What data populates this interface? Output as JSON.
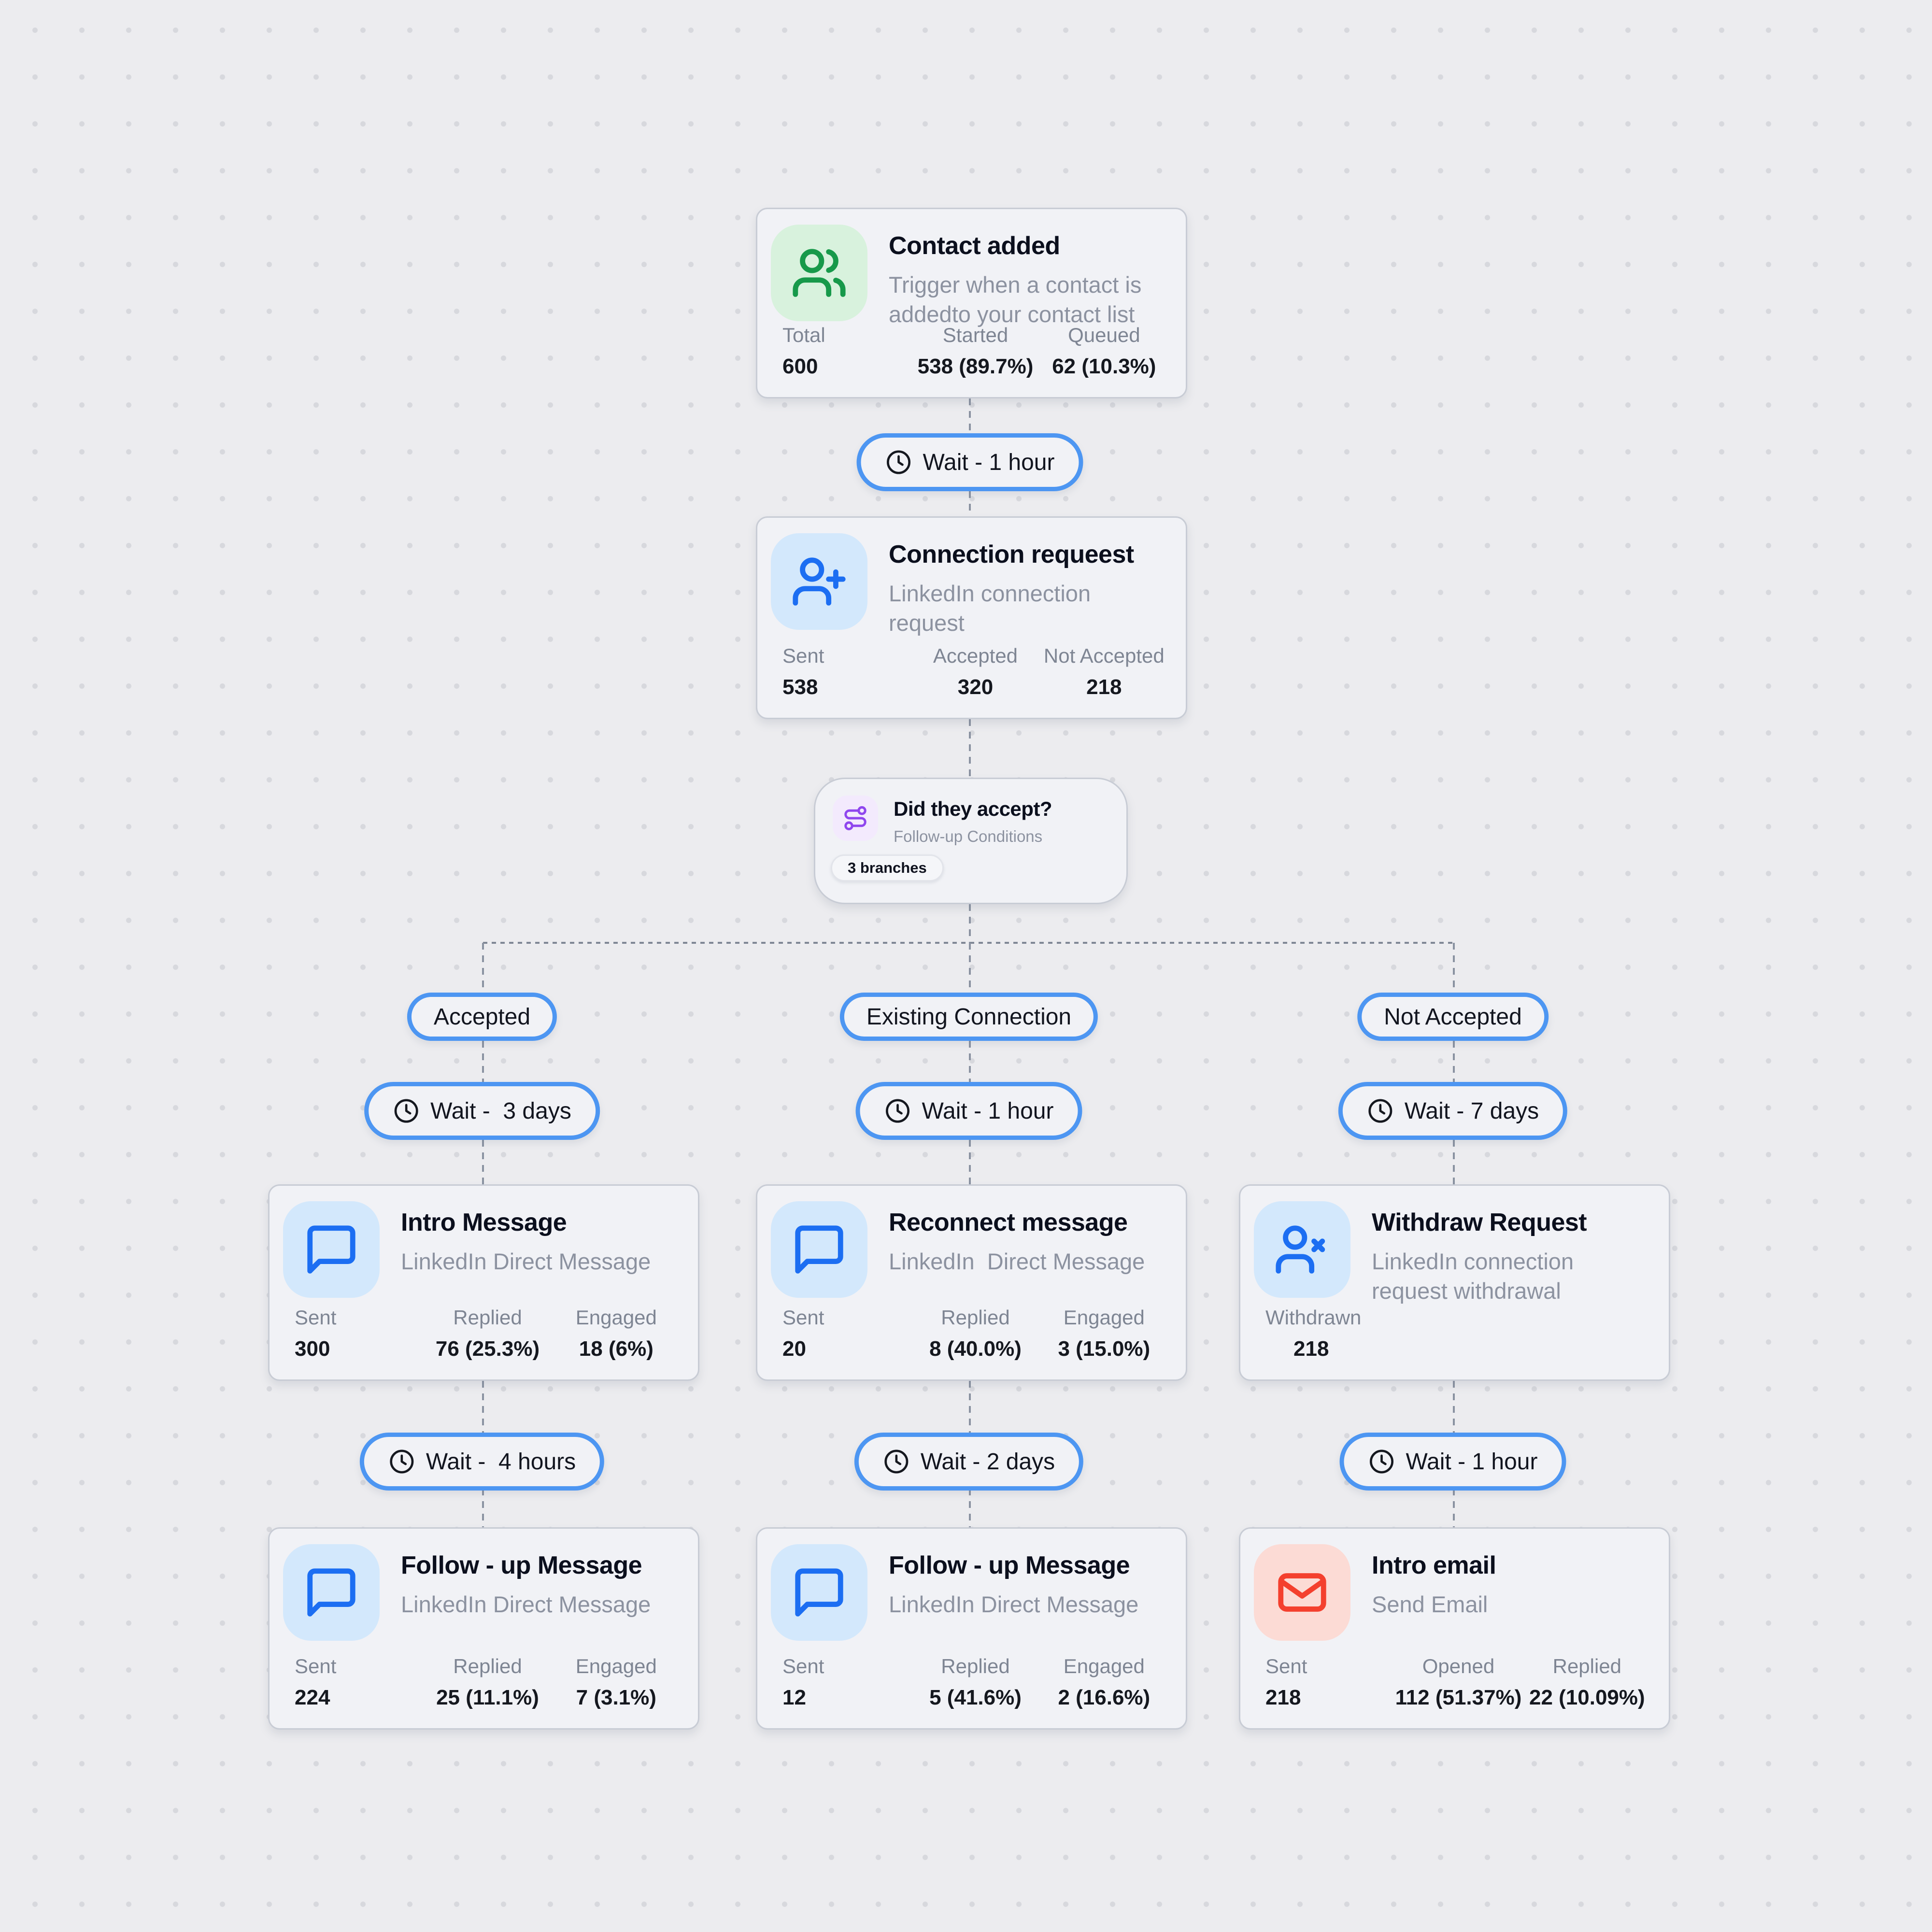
{
  "colors": {
    "accent_blue": "#4d96f2",
    "green": "#17994a",
    "blue": "#1c6ef2",
    "purple": "#8f46ee",
    "red": "#f4402e"
  },
  "flow": {
    "trigger": {
      "icon": "users-icon",
      "title": "Contact added",
      "subtitle": "Trigger when a contact is addedto your contact list",
      "stats": [
        {
          "label": "Total",
          "value": "600"
        },
        {
          "label": "Started",
          "value": "538 (89.7%)"
        },
        {
          "label": "Queued",
          "value": "62 (10.3%)"
        }
      ]
    },
    "wait_after_trigger": "Wait - 1 hour",
    "connection": {
      "icon": "user-plus-icon",
      "title": "Connection requeest",
      "subtitle": "LinkedIn connection request",
      "stats": [
        {
          "label": "Sent",
          "value": "538"
        },
        {
          "label": "Accepted",
          "value": "320"
        },
        {
          "label": "Not Accepted",
          "value": "218"
        }
      ]
    },
    "condition": {
      "icon": "route-icon",
      "title": "Did they accept?",
      "subtitle": "Follow-up Conditions",
      "badge": "3 branches"
    },
    "branches": [
      {
        "label": "Accepted",
        "wait_before": "Wait -  3 days",
        "action": {
          "icon": "message-icon",
          "title": "Intro Message",
          "subtitle": "LinkedIn Direct Message",
          "stats": [
            {
              "label": "Sent",
              "value": "300"
            },
            {
              "label": "Replied",
              "value": "76 (25.3%)"
            },
            {
              "label": "Engaged",
              "value": "18 (6%)"
            }
          ]
        },
        "wait_after": "Wait -  4 hours",
        "followup": {
          "icon": "message-icon",
          "title": "Follow - up Message",
          "subtitle": "LinkedIn Direct Message",
          "stats": [
            {
              "label": "Sent",
              "value": "224"
            },
            {
              "label": "Replied",
              "value": "25 (11.1%)"
            },
            {
              "label": "Engaged",
              "value": "7 (3.1%)"
            }
          ]
        }
      },
      {
        "label": "Existing Connection",
        "wait_before": "Wait - 1 hour",
        "action": {
          "icon": "message-icon",
          "title": "Reconnect message",
          "subtitle": "LinkedIn  Direct Message",
          "stats": [
            {
              "label": "Sent",
              "value": "20"
            },
            {
              "label": "Replied",
              "value": "8 (40.0%)"
            },
            {
              "label": "Engaged",
              "value": "3 (15.0%)"
            }
          ]
        },
        "wait_after": "Wait - 2 days",
        "followup": {
          "icon": "message-icon",
          "title": "Follow - up Message",
          "subtitle": "LinkedIn Direct Message",
          "stats": [
            {
              "label": "Sent",
              "value": "12"
            },
            {
              "label": "Replied",
              "value": "5 (41.6%)"
            },
            {
              "label": "Engaged",
              "value": "2 (16.6%)"
            }
          ]
        }
      },
      {
        "label": "Not Accepted",
        "wait_before": "Wait - 7 days",
        "action": {
          "icon": "user-x-icon",
          "title": "Withdraw Request",
          "subtitle": "LinkedIn connection request withdrawal",
          "stats": [
            {
              "label": "Withdrawn",
              "value": "218"
            }
          ]
        },
        "wait_after": "Wait - 1 hour",
        "followup": {
          "icon": "mail-icon",
          "title": "Intro email",
          "subtitle": "Send Email",
          "stats": [
            {
              "label": "Sent",
              "value": "218"
            },
            {
              "label": "Opened",
              "value": "112 (51.37%)"
            },
            {
              "label": "Replied",
              "value": "22 (10.09%)"
            }
          ]
        }
      }
    ]
  }
}
